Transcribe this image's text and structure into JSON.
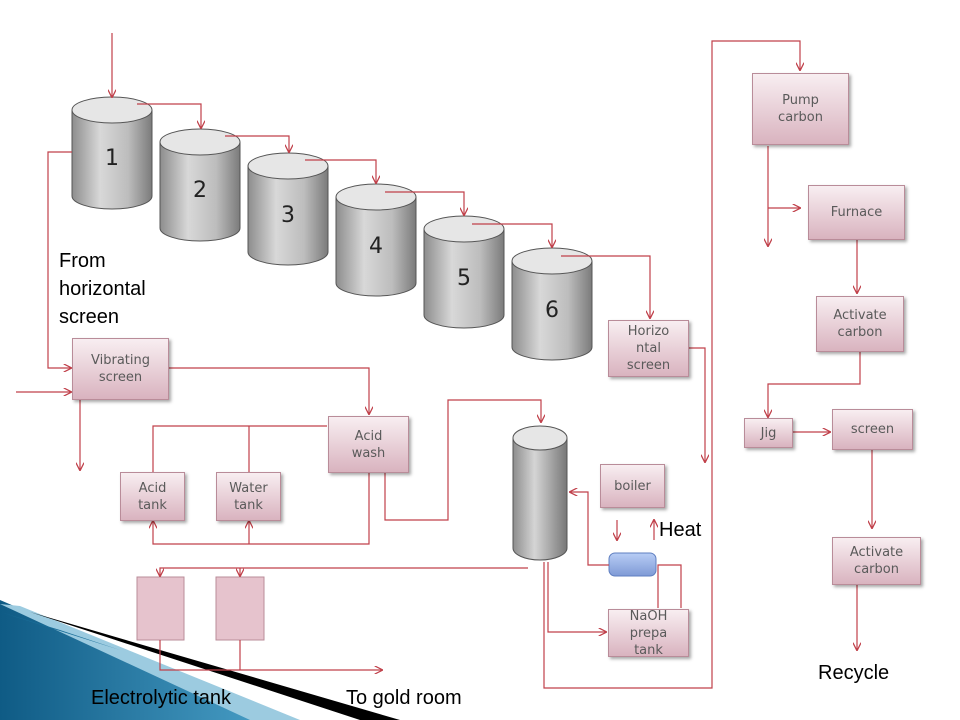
{
  "tanks": [
    "1",
    "2",
    "3",
    "4",
    "5",
    "6"
  ],
  "boxes": {
    "vibrating_screen": "Vibrating\nscreen",
    "acid_wash": "Acid\nwash",
    "acid_tank": "Acid\ntank",
    "water_tank": "Water\ntank",
    "horizontal_screen": "Horizo\nntal\nscreen",
    "boiler": "boiler",
    "naoh_tank": "NaOH\nprepa\ntank",
    "pump_carbon": "Pump\ncarbon",
    "furnace": "Furnace",
    "activate_carbon_1": "Activate\ncarbon",
    "jig": "Jig",
    "screen": "screen",
    "activate_carbon_2": "Activate\ncarbon"
  },
  "labels": {
    "from_horizontal_screen": "From\nhorizontal\nscreen",
    "heat": "Heat",
    "recycle": "Recycle",
    "electrolytic_tank": "Electrolytic tank",
    "to_gold_room": "To gold room"
  },
  "colors": {
    "line": "#c0404a",
    "box_border": "#b98c99",
    "tank": "#a9a9a9",
    "boiler_blue": "#9fb7e8"
  }
}
